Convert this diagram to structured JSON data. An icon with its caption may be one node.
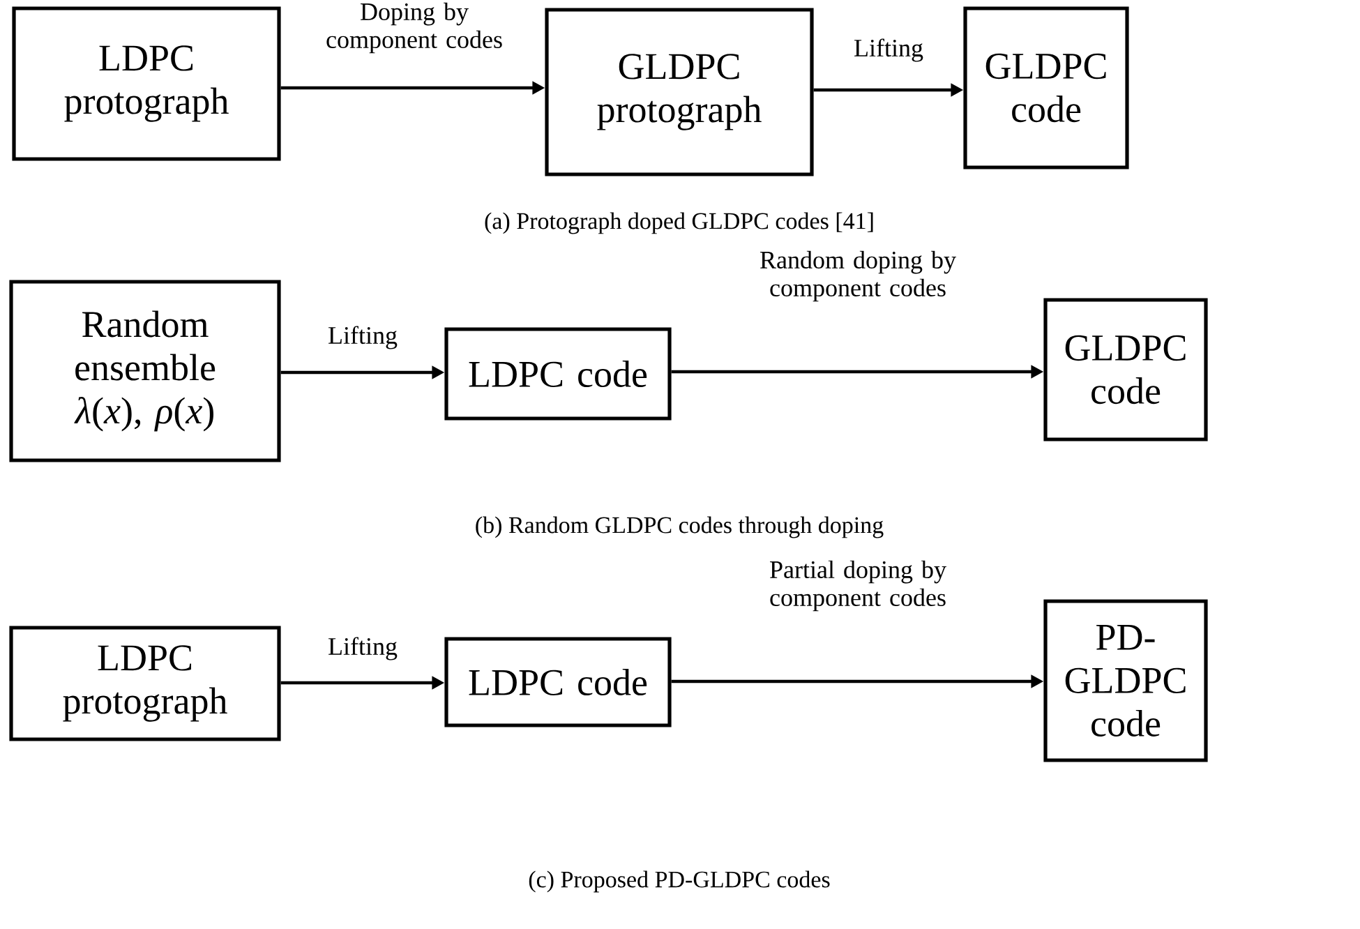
{
  "diagram": {
    "nodes": [
      {
        "text": [
          "LDPC protograph"
        ]
      },
      {
        "text": [
          "GLDPC protograph"
        ]
      },
      {
        "text": [
          "GLDPC code"
        ]
      },
      {
        "text": [
          "Random ensemble",
          "*λ*(*x*), *ρ*(*x*)"
        ]
      },
      {
        "text": [
          "LDPC code"
        ]
      },
      {
        "text": [
          "GLDPC code"
        ]
      },
      {
        "text": [
          "LDPC protograph"
        ]
      },
      {
        "text": [
          "LDPC code"
        ]
      },
      {
        "text": [
          "PD-GLDPC code"
        ]
      }
    ],
    "edges": [
      {
        "from": 0,
        "to": 1,
        "arrow": "to",
        "label": "Doping by component codes"
      },
      {
        "from": 1,
        "to": 2,
        "arrow": "to",
        "label": "Lifting"
      },
      {
        "from": 3,
        "to": 4,
        "arrow": "to",
        "label": "Lifting"
      },
      {
        "from": 4,
        "to": 5,
        "arrow": "to",
        "label": "Random doping by component codes"
      },
      {
        "from": 6,
        "to": 7,
        "arrow": "to",
        "label": "Lifting"
      },
      {
        "from": 7,
        "to": 8,
        "arrow": "to",
        "label": "Partial doping by component codes"
      }
    ],
    "labels": [
      "(a) Protograph doped GLDPC codes [41]",
      "(b) Random GLDPC codes through doping",
      "(c) Proposed PD-GLDPC codes"
    ]
  }
}
